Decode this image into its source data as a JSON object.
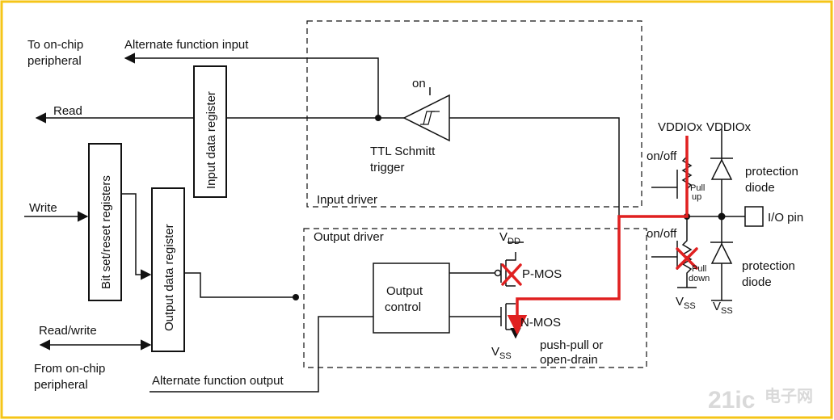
{
  "diagram": {
    "left_labels": {
      "to_onchip": "To on-chip",
      "peripheral_top": "peripheral",
      "alt_func_input": "Alternate function input",
      "read": "Read",
      "write": "Write",
      "read_write": "Read/write",
      "from_onchip": "From on-chip",
      "peripheral_bottom": "peripheral",
      "alt_func_output": "Alternate function output"
    },
    "blocks": {
      "input_data_register": "Input data register",
      "bit_set_reset": "Bit set/reset registers",
      "output_data_register": "Output data register",
      "output_control_line1": "Output",
      "output_control_line2": "control"
    },
    "input_driver": {
      "title": "Input driver",
      "on": "on",
      "schmitt_line1": "TTL Schmitt",
      "schmitt_line2": "trigger"
    },
    "output_driver": {
      "title": "Output driver",
      "vdd": "V",
      "vdd_sub": "DD",
      "vss": "V",
      "vss_sub": "SS",
      "pmos": "P-MOS",
      "nmos": "N-MOS",
      "push_pull_line1": "push-pull or",
      "push_pull_line2": "open-drain"
    },
    "pin_side": {
      "vddiox_1": "VDDIOx",
      "vddiox_2": "VDDIOx",
      "onoff_top": "on/off",
      "pull": "Pull",
      "up": "up",
      "onoff_bottom": "on/off",
      "pull_down_1": "Pull",
      "pull_down_2": "down",
      "protection_1": "protection",
      "diode_1": "diode",
      "protection_2": "protection",
      "diode_2": "diode",
      "io_pin": "I/O pin",
      "vss_left": "V",
      "vss_left_sub": "SS",
      "vss_right": "V",
      "vss_right_sub": "SS"
    },
    "watermark": {
      "number": "21ic",
      "cn": "电子网"
    },
    "colors": {
      "frame": "#f5c518",
      "highlight": "#e02020",
      "line": "#111111",
      "watermark": "#d9d9d9"
    }
  }
}
